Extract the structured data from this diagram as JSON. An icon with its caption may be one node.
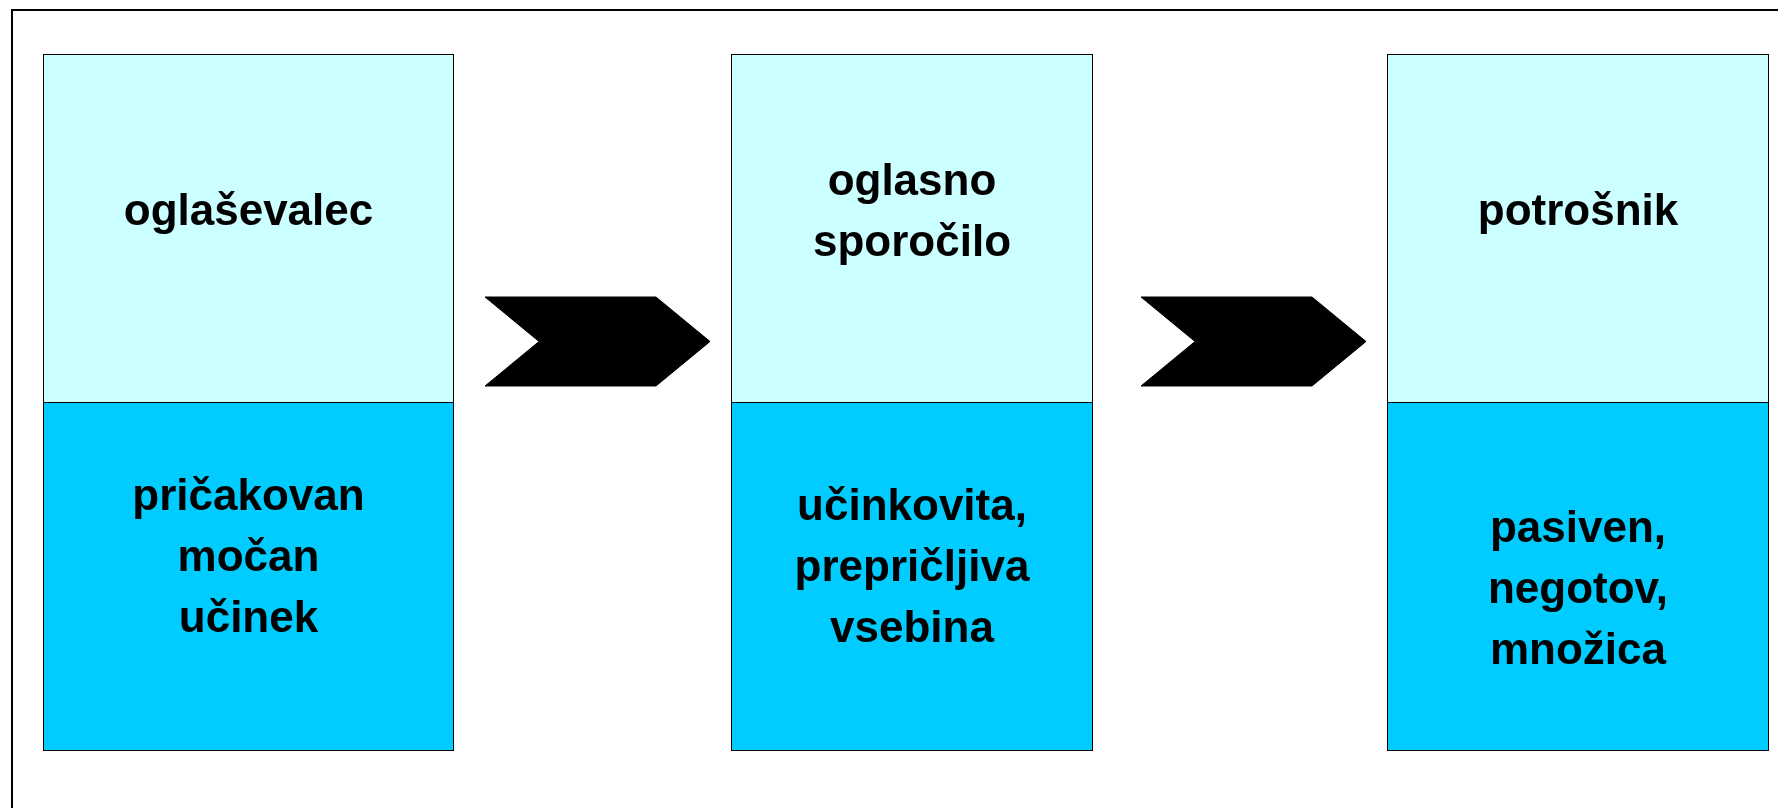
{
  "diagram": {
    "nodes": [
      {
        "text": [
          "oglaševalec"
        ]
      },
      {
        "text": [
          "pričakovan močan učinek"
        ]
      },
      {
        "text": [
          "oglasno sporočilo"
        ]
      },
      {
        "text": [
          "učinkovita, prepričljiva vsebina"
        ]
      },
      {
        "text": [
          "potrošnik"
        ]
      },
      {
        "text": [
          "pasiven, negotov, množica"
        ]
      }
    ],
    "edges": [
      {
        "from": 0,
        "to": 2,
        "arrow": "to"
      },
      {
        "from": 2,
        "to": 4,
        "arrow": "to"
      }
    ]
  }
}
